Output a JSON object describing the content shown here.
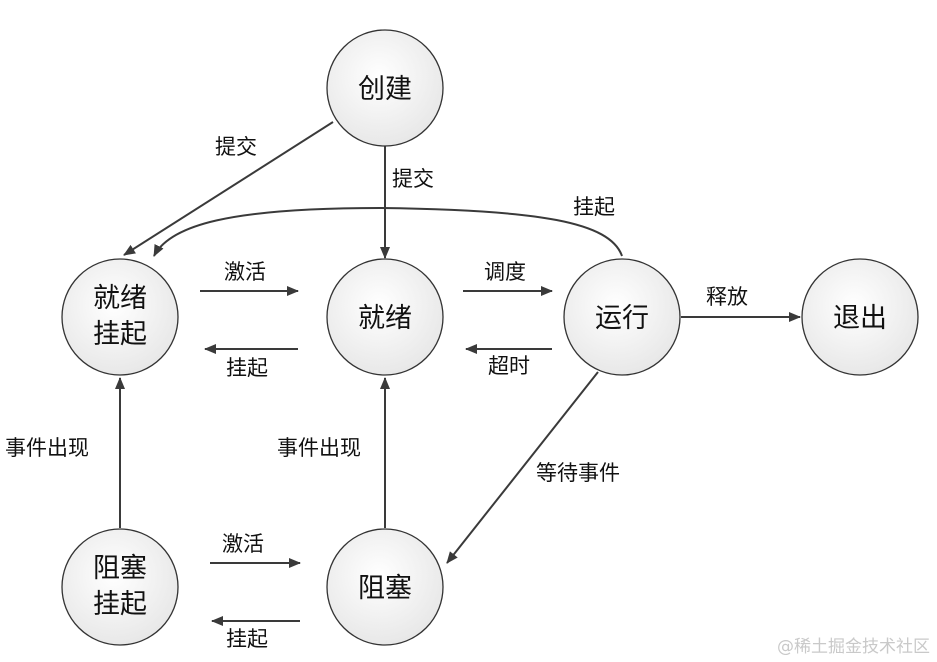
{
  "nodes": {
    "create": {
      "lines": [
        "创建"
      ]
    },
    "ready_suspended": {
      "lines": [
        "就绪",
        "挂起"
      ]
    },
    "ready": {
      "lines": [
        "就绪"
      ]
    },
    "running": {
      "lines": [
        "运行"
      ]
    },
    "exit": {
      "lines": [
        "退出"
      ]
    },
    "blocked_suspended": {
      "lines": [
        "阻塞",
        "挂起"
      ]
    },
    "blocked": {
      "lines": [
        "阻塞"
      ]
    }
  },
  "edges": {
    "submit_left": "提交",
    "submit_down": "提交",
    "suspend_top": "挂起",
    "activate_ready": "激活",
    "suspend_ready": "挂起",
    "dispatch": "调度",
    "timeout": "超时",
    "release": "释放",
    "event_occurs_left": "事件出现",
    "event_occurs_mid": "事件出现",
    "wait_event": "等待事件",
    "activate_blocked": "激活",
    "suspend_blocked": "挂起"
  },
  "watermark": "@稀土掘金技术社区"
}
